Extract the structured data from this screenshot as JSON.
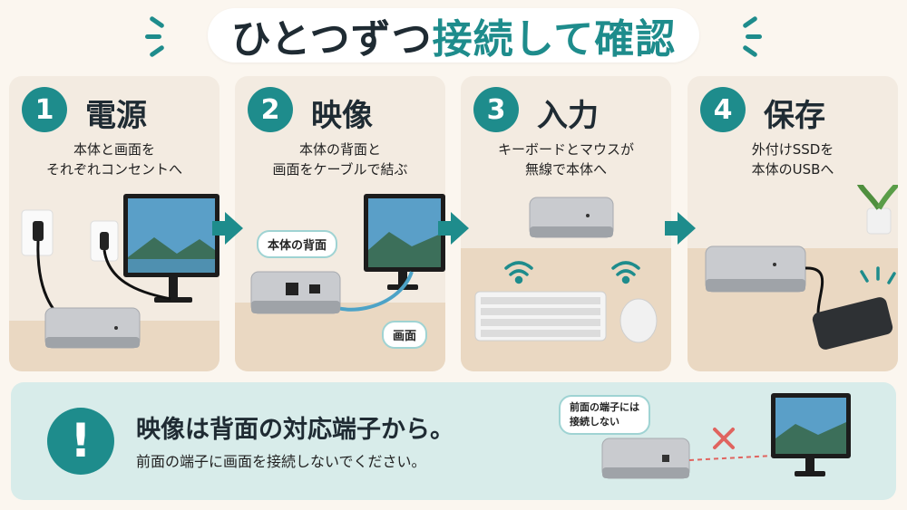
{
  "title": {
    "part1": "ひとつずつ",
    "part2": "接続して確認"
  },
  "steps": [
    {
      "num": "1",
      "title": "電源",
      "desc": [
        "本体と画面を",
        "それぞれコンセントへ"
      ]
    },
    {
      "num": "2",
      "title": "映像",
      "desc": [
        "本体の背面と",
        "画面をケーブルで結ぶ"
      ],
      "bubbles": [
        "本体の背面",
        "画面"
      ]
    },
    {
      "num": "3",
      "title": "入力",
      "desc": [
        "キーボードとマウスが",
        "無線で本体へ"
      ]
    },
    {
      "num": "4",
      "title": "保存",
      "desc": [
        "外付けSSDを",
        "本体のUSBへ"
      ]
    }
  ],
  "notice": {
    "icon": "!",
    "title": "映像は背面の対応端子から。",
    "sub": "前面の端子に画面を接続しないでください。",
    "bubble": [
      "前面の端子には",
      "接続しない"
    ]
  },
  "colors": {
    "accent": "#1e8c8c",
    "card": "#f3ebe1",
    "notice_bg": "#d8ecea",
    "error": "#e0645f"
  },
  "icons": [
    "sparkle-icon",
    "arrow-right-icon",
    "wifi-icon",
    "exclamation-icon",
    "cross-icon"
  ]
}
